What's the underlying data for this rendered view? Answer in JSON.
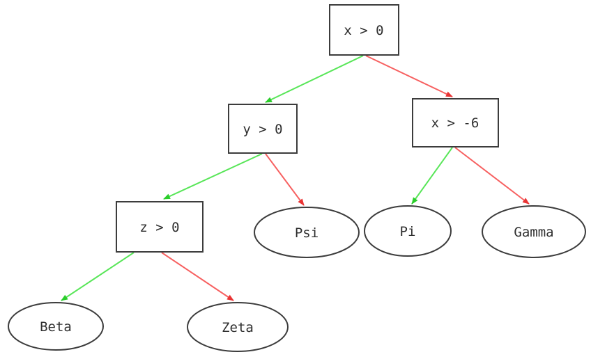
{
  "diagram": {
    "kind": "decision-tree",
    "background_color": "#ffffff",
    "node_border_color": "#3c3c3c",
    "label_color": "#2e2e2e",
    "edge_colors": {
      "green_branch": "#58e658",
      "red_branch": "#f76060",
      "green_arrowhead": "#2bcd2b",
      "red_arrowhead": "#e93434"
    },
    "nodes": {
      "root": {
        "label": "x > 0",
        "shape": "rectangle"
      },
      "y0": {
        "label": "y > 0",
        "shape": "rectangle"
      },
      "xm6": {
        "label": "x > -6",
        "shape": "rectangle"
      },
      "z0": {
        "label": "z > 0",
        "shape": "rectangle"
      },
      "psi": {
        "label": "Psi",
        "shape": "ellipse"
      },
      "pi": {
        "label": "Pi",
        "shape": "ellipse"
      },
      "gamma": {
        "label": "Gamma",
        "shape": "ellipse"
      },
      "beta": {
        "label": "Beta",
        "shape": "ellipse"
      },
      "zeta": {
        "label": "Zeta",
        "shape": "ellipse"
      }
    },
    "edges": [
      {
        "from": "x > 0",
        "to": "y > 0",
        "color": "green",
        "direction": "down-left"
      },
      {
        "from": "x > 0",
        "to": "x > -6",
        "color": "red",
        "direction": "down-right"
      },
      {
        "from": "y > 0",
        "to": "z > 0",
        "color": "green",
        "direction": "down-left"
      },
      {
        "from": "y > 0",
        "to": "Psi",
        "color": "red",
        "direction": "down-right"
      },
      {
        "from": "x > -6",
        "to": "Pi",
        "color": "green",
        "direction": "down-left"
      },
      {
        "from": "x > -6",
        "to": "Gamma",
        "color": "red",
        "direction": "down-right"
      },
      {
        "from": "z > 0",
        "to": "Beta",
        "color": "green",
        "direction": "down-left"
      },
      {
        "from": "z > 0",
        "to": "Zeta",
        "color": "red",
        "direction": "down-right"
      }
    ]
  }
}
